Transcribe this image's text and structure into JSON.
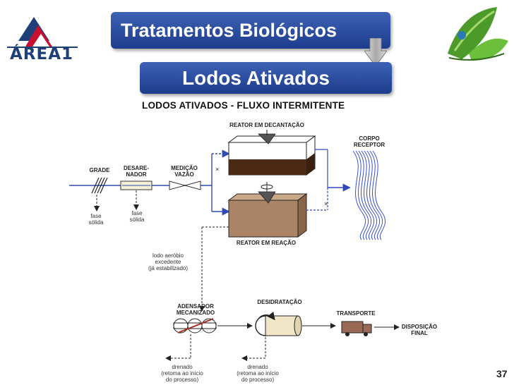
{
  "logo": {
    "text": "ÁREA1"
  },
  "banners": {
    "main_title": "Tratamentos Biológicos",
    "subtitle": "Lodos Ativados"
  },
  "diagram": {
    "title": "LODOS ATIVADOS - FLUXO INTERMITENTE",
    "labels": {
      "reactor_settling": "REATOR EM DECANTAÇÃO",
      "reactor_reaction": "REATOR EM REAÇÃO",
      "receiving_body": "CORPO\nRECEPTOR",
      "grade": "GRADE",
      "desarenador": "DESARE-\nNADOR",
      "flow_measure": "MEDIÇÃO\nVAZÃO",
      "solid_phase_1": "fase\nsólida",
      "solid_phase_2": "fase\nsólida",
      "excess_sludge": "lodo aeróbio\nexcedente\n(já estabilizado)",
      "thickener": "ADENSADOR\nMECANIZADO",
      "dewatering": "DESIDRATAÇÃO",
      "transport": "TRANSPORTE",
      "final_disposal": "DISPOSIÇÃO\nFINAL",
      "drained_1": "drenado\n(retoma ao início\ndo processo)",
      "drained_2": "drenado\n(retoma ao início\ndo processo)"
    }
  },
  "page_number": "37",
  "colors": {
    "banner_top": "#3d62b5",
    "banner_bottom": "#1d3c8c",
    "flow_blue": "#2f49b8",
    "sludge_brown": "#4a2a14",
    "reactor_tan": "#a98467"
  }
}
